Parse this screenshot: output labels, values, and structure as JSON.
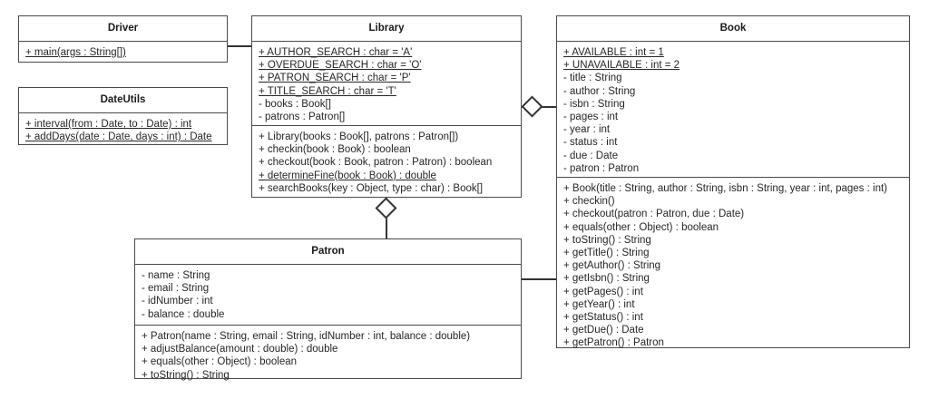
{
  "diagram": {
    "type": "uml-class-diagram",
    "title": "Library system UML class diagram"
  },
  "classes": [
    {
      "key": "driver",
      "name": "Driver",
      "attributes": [],
      "methods": [
        {
          "text": "+ main(args : String[])",
          "static": true
        }
      ]
    },
    {
      "key": "dateutils",
      "name": "DateUtils",
      "attributes": [],
      "methods": [
        {
          "text": "+ interval(from : Date, to : Date) : int",
          "static": true
        },
        {
          "text": "+ addDays(date : Date, days : int) : Date",
          "static": true
        }
      ]
    },
    {
      "key": "library",
      "name": "Library",
      "attributes": [
        {
          "text": "+ AUTHOR_SEARCH : char = 'A'",
          "static": true
        },
        {
          "text": "+ OVERDUE_SEARCH : char = 'O'",
          "static": true
        },
        {
          "text": "+ PATRON_SEARCH : char = 'P'",
          "static": true
        },
        {
          "text": "+ TITLE_SEARCH : char = 'T'",
          "static": true
        },
        {
          "text": "- books : Book[]",
          "static": false
        },
        {
          "text": "- patrons : Patron[]",
          "static": false
        }
      ],
      "methods": [
        {
          "text": "+ Library(books : Book[], patrons : Patron[])",
          "static": false
        },
        {
          "text": "+ checkin(book : Book) : boolean",
          "static": false
        },
        {
          "text": "+ checkout(book : Book, patron : Patron) : boolean",
          "static": false
        },
        {
          "text": "+ determineFine(book : Book) : double",
          "static": true
        },
        {
          "text": "+ searchBooks(key : Object, type : char) : Book[]",
          "static": false
        }
      ]
    },
    {
      "key": "book",
      "name": "Book",
      "attributes": [
        {
          "text": "+ AVAILABLE : int = 1",
          "static": true
        },
        {
          "text": "+ UNAVAILABLE : int = 2",
          "static": true
        },
        {
          "text": "- title : String",
          "static": false
        },
        {
          "text": "- author : String",
          "static": false
        },
        {
          "text": "- isbn : String",
          "static": false
        },
        {
          "text": "- pages : int",
          "static": false
        },
        {
          "text": "- year : int",
          "static": false
        },
        {
          "text": "- status : int",
          "static": false
        },
        {
          "text": "- due : Date",
          "static": false
        },
        {
          "text": "- patron : Patron",
          "static": false
        }
      ],
      "methods": [
        {
          "text": "+ Book(title : String, author : String, isbn : String, year : int, pages : int)",
          "static": false
        },
        {
          "text": "+ checkin()",
          "static": false
        },
        {
          "text": "+ checkout(patron : Patron, due : Date)",
          "static": false
        },
        {
          "text": "+ equals(other : Object) : boolean",
          "static": false
        },
        {
          "text": "+ toString() : String",
          "static": false
        },
        {
          "text": "+ getTitle() : String",
          "static": false
        },
        {
          "text": "+ getAuthor() : String",
          "static": false
        },
        {
          "text": "+ getIsbn() : String",
          "static": false
        },
        {
          "text": "+ getPages() : int",
          "static": false
        },
        {
          "text": "+ getYear() : int",
          "static": false
        },
        {
          "text": "+ getStatus() : int",
          "static": false
        },
        {
          "text": "+ getDue() : Date",
          "static": false
        },
        {
          "text": "+ getPatron() : Patron",
          "static": false
        }
      ]
    },
    {
      "key": "patron",
      "name": "Patron",
      "attributes": [
        {
          "text": "- name : String",
          "static": false
        },
        {
          "text": "- email : String",
          "static": false
        },
        {
          "text": "- idNumber : int",
          "static": false
        },
        {
          "text": "- balance : double",
          "static": false
        }
      ],
      "methods": [
        {
          "text": "+ Patron(name : String, email : String, idNumber : int, balance : double)",
          "static": false
        },
        {
          "text": "+ adjustBalance(amount : double) : double",
          "static": false
        },
        {
          "text": "+ equals(other : Object) : boolean",
          "static": false
        },
        {
          "text": "+ toString() : String",
          "static": false
        }
      ]
    }
  ],
  "relationships": [
    {
      "key": "driver-library",
      "from": "Driver",
      "to": "Library",
      "kind": "association"
    },
    {
      "key": "library-book",
      "from": "Library",
      "to": "Book",
      "kind": "aggregation"
    },
    {
      "key": "library-patron",
      "from": "Library",
      "to": "Patron",
      "kind": "aggregation"
    },
    {
      "key": "patron-book",
      "from": "Patron",
      "to": "Book",
      "kind": "association"
    }
  ],
  "colors": {
    "border": "#4a4a4a",
    "line": "#333333",
    "text": "#262626",
    "background": "#ffffff"
  }
}
